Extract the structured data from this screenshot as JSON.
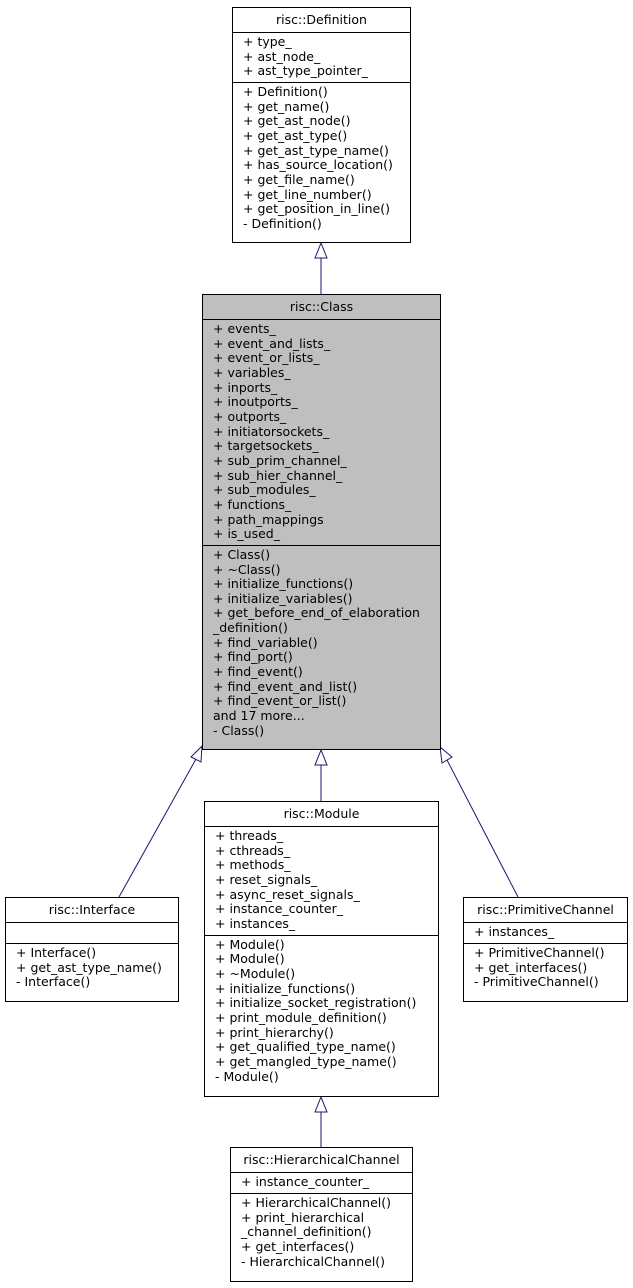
{
  "classes": {
    "definition": {
      "name": "risc::Definition",
      "attributes": [
        "+ type_",
        "+ ast_node_",
        "+ ast_type_pointer_"
      ],
      "methods": [
        "+ Definition()",
        "+ get_name()",
        "+ get_ast_node()",
        "+ get_ast_type()",
        "+ get_ast_type_name()",
        "+ has_source_location()",
        "+ get_file_name()",
        "+ get_line_number()",
        "+ get_position_in_line()",
        "- Definition()"
      ]
    },
    "class": {
      "name": "risc::Class",
      "attributes": [
        "+ events_",
        "+ event_and_lists_",
        "+ event_or_lists_",
        "+ variables_",
        "+ inports_",
        "+ inoutports_",
        "+ outports_",
        "+ initiatorsockets_",
        "+ targetsockets_",
        "+ sub_prim_channel_",
        "+ sub_hier_channel_",
        "+ sub_modules_",
        "+ functions_",
        "+ path_mappings",
        "+ is_used_"
      ],
      "methods": [
        "+ Class()",
        "+ ~Class()",
        "+ initialize_functions()",
        "+ initialize_variables()",
        "+ get_before_end_of_elaboration",
        "_definition()",
        "+ find_variable()",
        "+ find_port()",
        "+ find_event()",
        "+ find_event_and_list()",
        "+ find_event_or_list()",
        "and 17 more...",
        "- Class()"
      ]
    },
    "interface": {
      "name": "risc::Interface",
      "attributes": [],
      "methods": [
        "+ Interface()",
        "+ get_ast_type_name()",
        "- Interface()"
      ]
    },
    "module": {
      "name": "risc::Module",
      "attributes": [
        "+ threads_",
        "+ cthreads_",
        "+ methods_",
        "+ reset_signals_",
        "+ async_reset_signals_",
        "+ instance_counter_",
        "+ instances_"
      ],
      "methods": [
        "+ Module()",
        "+ Module()",
        "+ ~Module()",
        "+ initialize_functions()",
        "+ initialize_socket_registration()",
        "+ print_module_definition()",
        "+ print_hierarchy()",
        "+ get_qualified_type_name()",
        "+ get_mangled_type_name()",
        "- Module()"
      ]
    },
    "primitive_channel": {
      "name": "risc::PrimitiveChannel",
      "attributes": [
        "+ instances_"
      ],
      "methods": [
        "+ PrimitiveChannel()",
        "+ get_interfaces()",
        "- PrimitiveChannel()"
      ]
    },
    "hierarchical_channel": {
      "name": "risc::HierarchicalChannel",
      "attributes": [
        "+ instance_counter_"
      ],
      "methods": [
        "+ HierarchicalChannel()",
        "+ print_hierarchical",
        "_channel_definition()",
        "+ get_interfaces()",
        "- HierarchicalChannel()"
      ]
    }
  },
  "colors": {
    "edge": "#191970",
    "highlight_fill": "#bfbfbf",
    "border": "#000000"
  }
}
